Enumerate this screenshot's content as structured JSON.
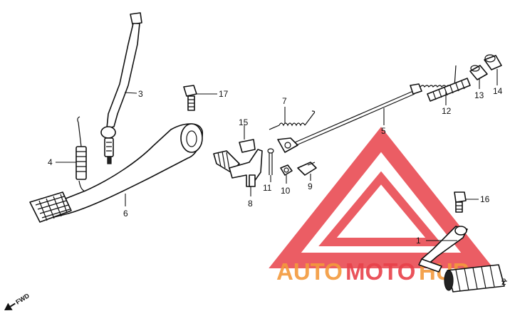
{
  "callouts": [
    {
      "id": "c1",
      "label": "1"
    },
    {
      "id": "c2",
      "label": "2"
    },
    {
      "id": "c3",
      "label": "3"
    },
    {
      "id": "c4",
      "label": "4"
    },
    {
      "id": "c5",
      "label": "5"
    },
    {
      "id": "c6",
      "label": "6"
    },
    {
      "id": "c7",
      "label": "7"
    },
    {
      "id": "c8",
      "label": "8"
    },
    {
      "id": "c10",
      "label": "10"
    },
    {
      "id": "c9",
      "label": "9"
    },
    {
      "id": "c11",
      "label": "11"
    },
    {
      "id": "c12",
      "label": "12"
    },
    {
      "id": "c13",
      "label": "13"
    },
    {
      "id": "c14",
      "label": "14"
    },
    {
      "id": "c15",
      "label": "15"
    },
    {
      "id": "c16",
      "label": "16"
    },
    {
      "id": "c17",
      "label": "17"
    }
  ],
  "direction_marker": "FWD",
  "watermark": {
    "part1": "AUTO",
    "part2": "MOTO",
    "part3": "HUB",
    "color_primary": "#f39a3c",
    "color_accent": "#e8414a"
  }
}
